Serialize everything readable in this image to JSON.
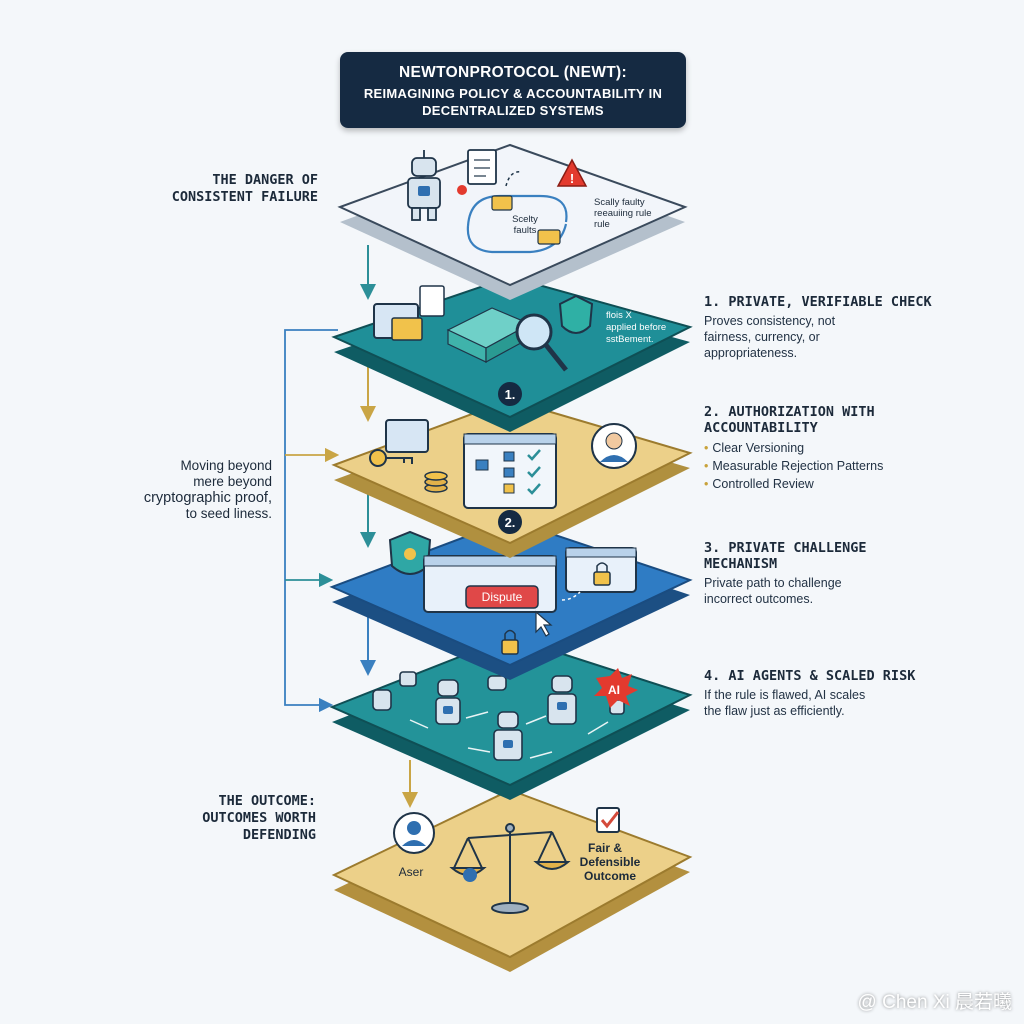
{
  "title": {
    "line1": "NEWTONPROTOCOL (NEWT):",
    "line2": "REIMAGINING POLICY & ACCOUNTABILITY IN",
    "line3": "DECENTRALIZED SYSTEMS"
  },
  "left_labels": {
    "danger_line1": "THE DANGER OF",
    "danger_line2": "CONSISTENT FAILURE",
    "moving_line1": "Moving beyond",
    "moving_line2": "mere beyond",
    "moving_line3": "cryptographic proof,",
    "moving_line4": "to seed liness.",
    "outcome_line1": "THE OUTCOME:",
    "outcome_line2": "OUTCOMES WORTH",
    "outcome_line3": "DEFENDING"
  },
  "side_panels": {
    "s1": {
      "heading": "1. PRIVATE, VERIFIABLE CHECK",
      "body_line1": "Proves consistency, not",
      "body_line2": "fairness, currency, or",
      "body_line3": "appropriateness."
    },
    "s2": {
      "heading_line1": "2. AUTHORIZATION WITH",
      "heading_line2": "ACCOUNTABILITY",
      "items": [
        "Clear Versioning",
        "Measurable Rejection Patterns",
        "Controlled Review"
      ]
    },
    "s3": {
      "heading_line1": "3. PRIVATE CHALLENGE",
      "heading_line2": "MECHANISM",
      "body_line1": "Private path to challenge",
      "body_line2": "incorrect outcomes."
    },
    "s4": {
      "heading": "4. AI AGENTS & SCALED RISK",
      "body_line1": "If the rule is flawed, AI scales",
      "body_line2": "the flaw just as efficiently."
    }
  },
  "layer_text": {
    "top_note_line1": "Scally faulty",
    "top_note_line2": "reeauiing rule",
    "top_note_line3": "rule",
    "top_center_line1": "Scelty",
    "top_center_line2": "faults",
    "check_line1": "flois X",
    "check_line2": "applied before",
    "check_line3": "sstBement.",
    "badge1": "1.",
    "badge2": "2.",
    "dispute": "Dispute",
    "ai_badge": "AI",
    "aser": "Aser",
    "fair_line1": "Fair &",
    "fair_line2": "Defensible",
    "fair_line3": "Outcome"
  },
  "watermark": "@ Chen Xi 晨若曦",
  "colors": {
    "layer_top": "#eef2f8",
    "layer_teal": "#1f8f98",
    "layer_gold": "#e6c778",
    "layer_blue": "#2f7cc4",
    "layer_teal2": "#239399",
    "layer_bottom_gold": "#e8c978",
    "title_bg": "#152a42"
  }
}
